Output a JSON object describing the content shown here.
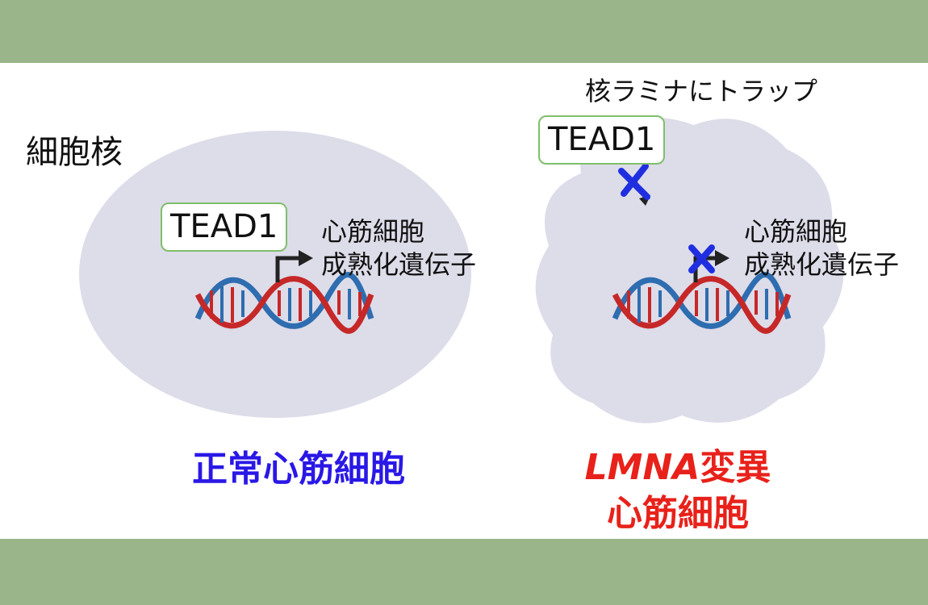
{
  "labels": {
    "nucleus": "細胞核",
    "lamina_trap": "核ラミナにトラップ",
    "tead_normal": "TEAD1",
    "tead_mutant": "TEAD1",
    "genes_line1_normal": "心筋細胞",
    "genes_line2_normal": "成熟化遺伝子",
    "genes_line1_mutant": "心筋細胞",
    "genes_line2_mutant": "成熟化遺伝子"
  },
  "captions": {
    "normal": "正常心筋細胞",
    "mutant_gene": "LMNA",
    "mutant_suffix": "変異",
    "mutant_line2": "心筋細胞"
  },
  "colors": {
    "band": "#9bb58a",
    "nucleus": "#dddce9",
    "dna_red": "#c62828",
    "dna_blue": "#2e6db0",
    "block_x": "#1f2fe0",
    "box_border": "#7fbf6a",
    "caption_normal": "#2a18e6",
    "caption_mutant": "#e8211a"
  },
  "icons": [
    "dna-helix-icon",
    "transcription-arrow-icon",
    "block-x-icon"
  ]
}
